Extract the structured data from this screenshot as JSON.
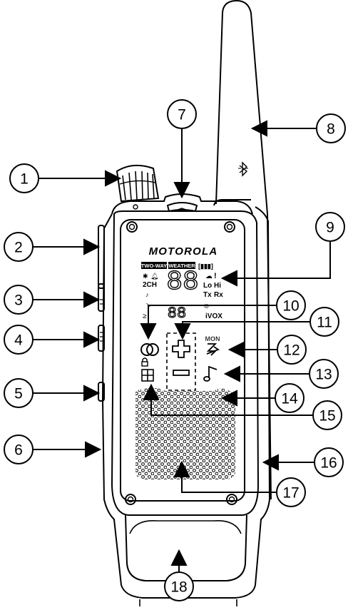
{
  "brand": "MOTOROLA",
  "lcd": {
    "two_way": "TWO-WAY",
    "weather": "WEATHER",
    "battery": "[▮▮▮]",
    "channel_2": "2CH",
    "digits_main": "88",
    "digits_sub": "88",
    "power_lo": "Lo",
    "power_hi": "Hi",
    "tx": "Tx",
    "rx": "Rx",
    "ivox": "iVOX",
    "alert": "!"
  },
  "button_labels": {
    "mon": "MON"
  },
  "callouts": [
    {
      "id": 1,
      "label": "1"
    },
    {
      "id": 2,
      "label": "2"
    },
    {
      "id": 3,
      "label": "3"
    },
    {
      "id": 4,
      "label": "4"
    },
    {
      "id": 5,
      "label": "5"
    },
    {
      "id": 6,
      "label": "6"
    },
    {
      "id": 7,
      "label": "7"
    },
    {
      "id": 8,
      "label": "8"
    },
    {
      "id": 9,
      "label": "9"
    },
    {
      "id": 10,
      "label": "10"
    },
    {
      "id": 11,
      "label": "11"
    },
    {
      "id": 12,
      "label": "12"
    },
    {
      "id": 13,
      "label": "13"
    },
    {
      "id": 14,
      "label": "14"
    },
    {
      "id": 15,
      "label": "15"
    },
    {
      "id": 16,
      "label": "16"
    },
    {
      "id": 17,
      "label": "17"
    },
    {
      "id": 18,
      "label": "18"
    }
  ],
  "colors": {
    "line": "#000000",
    "fill": "#ffffff"
  }
}
